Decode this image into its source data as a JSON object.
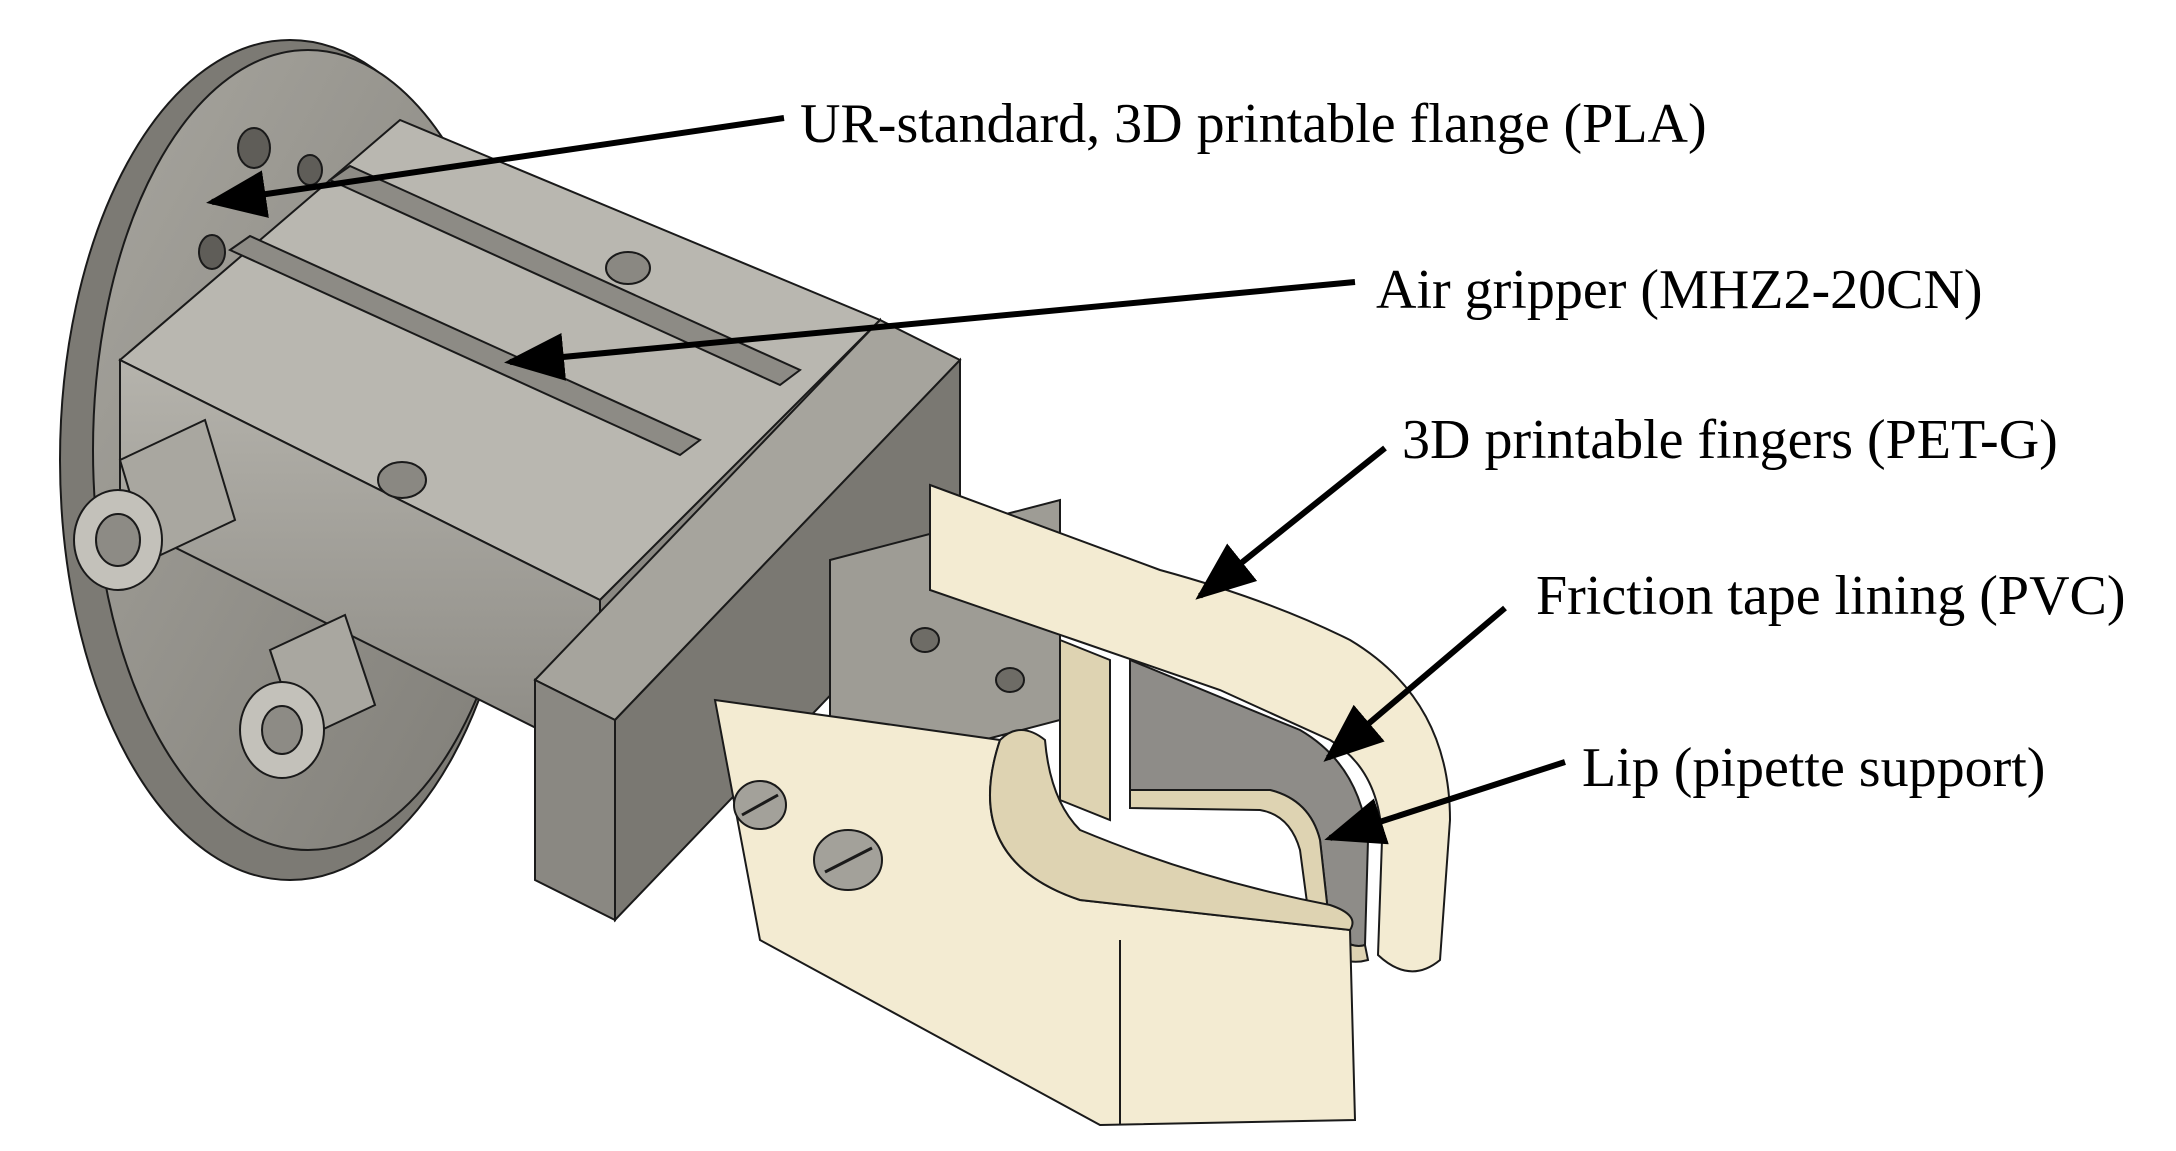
{
  "labels": {
    "flange": "UR-standard, 3D printable flange (PLA)",
    "gripper": "Air gripper (MHZ2-20CN)",
    "fingers": "3D printable fingers (PET-G)",
    "friction": "Friction tape lining (PVC)",
    "lip": "Lip (pipette support)"
  },
  "colors": {
    "metal": "#9a9890",
    "metal_light": "#b3b1aa",
    "metal_dark": "#6e6c66",
    "finger": "#f3ebd2",
    "finger_shade": "#ded3b2",
    "tape": "#8e8c88",
    "line": "#1a1a1a"
  }
}
